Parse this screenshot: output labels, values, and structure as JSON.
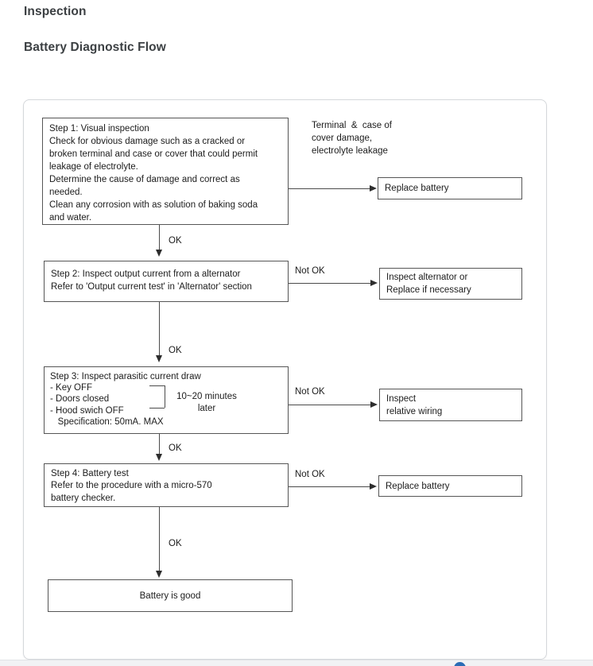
{
  "page": {
    "section_title": "Inspection",
    "subsection_title": "Battery Diagnostic Flow"
  },
  "labels": {
    "ok": "OK",
    "not_ok": "Not OK"
  },
  "flowchart": {
    "step1": "Step 1: Visual inspection\nCheck for obvious damage such as a cracked or\nbroken terminal and case or cover that could permit\nleakage of electrolyte.\nDetermine the cause of damage and correct as\nneeded.\nClean any corrosion with as solution of baking soda\nand water.",
    "step1_branch_label": "Terminal  &  case of\ncover damage,\nelectrolyte leakage",
    "step1_fail_action": "Replace battery",
    "step2": "Step 2: Inspect output current from a alternator\nRefer to 'Output current test' in 'Alternator' section",
    "step2_fail_action": "Inspect alternator or\nReplace if necessary",
    "step3": "Step 3: Inspect parasitic current draw\n- Key OFF\n- Doors closed\n- Hood swich OFF\n   Specification: 50mA. MAX",
    "step3_wait_note": "10~20 minutes\nlater",
    "step3_fail_action": "Inspect\nrelative wiring",
    "step4": "Step 4: Battery test\nRefer to the procedure with a micro-570\nbattery checker.",
    "step4_fail_action": "Replace battery",
    "final_result": "Battery is good"
  },
  "colors": {
    "accent_blue": "#2b6cb5",
    "line_color": "#4b4b4b"
  }
}
